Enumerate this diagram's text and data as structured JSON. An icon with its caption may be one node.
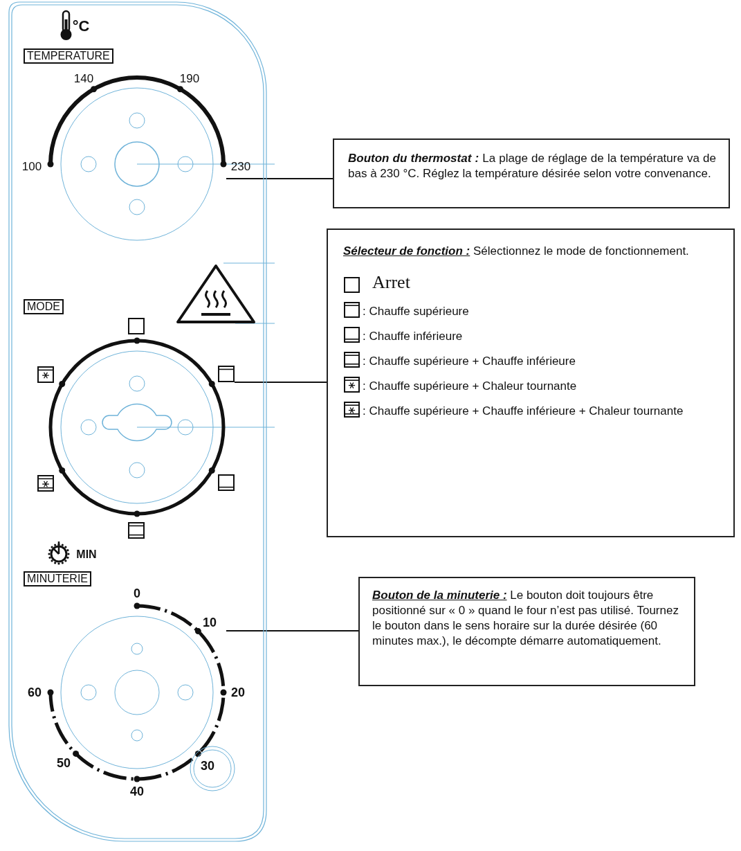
{
  "diagram": {
    "nodes": [
      {
        "text": [],
        "shape": "circle"
      },
      {
        "text": [
          "Bouton du thermostat :",
          "La plage de réglage de la température va de bas à 230 °C. Réglez la température désirée selon votre convenance."
        ]
      },
      {
        "text": [],
        "shape": "box"
      },
      {
        "text": [
          "Sélecteur de fonction :",
          "Sélectionnez le mode de fonctionnement.",
          "Arret",
          ": Chauffe supérieure",
          ": Chauffe inférieure",
          ": Chauffe supérieure + Chauffe inférieure",
          ": Chauffe supérieure + Chaleur tournante",
          ": Chauffe supérieure + Chauffe inférieure + Chaleur tournante"
        ]
      },
      {
        "text": [],
        "shape": "circle"
      },
      {
        "text": [
          "Bouton de la minuterie :",
          "Le bouton doit toujours être positionné sur « 0 » quand le four n’est pas utilisé. Tournez le bouton dans le sens horaire sur la durée désirée (60 minutes max.), le décompte démarre automatiquement."
        ]
      },
      {
        "text": [],
        "shape": "circle"
      }
    ],
    "edges": [
      {
        "from": 1,
        "to": 0,
        "arrow": "none"
      },
      {
        "from": 3,
        "to": 2,
        "arrow": "none"
      },
      {
        "from": 5,
        "to": 6,
        "arrow": "none"
      }
    ],
    "labels": [
      "°C",
      "TEMPERATURE",
      "140",
      "190",
      "100",
      "230",
      "MODE",
      "MIN",
      "MINUTERIE",
      "0",
      "10",
      "60",
      "20",
      "50",
      "30",
      "40"
    ]
  }
}
